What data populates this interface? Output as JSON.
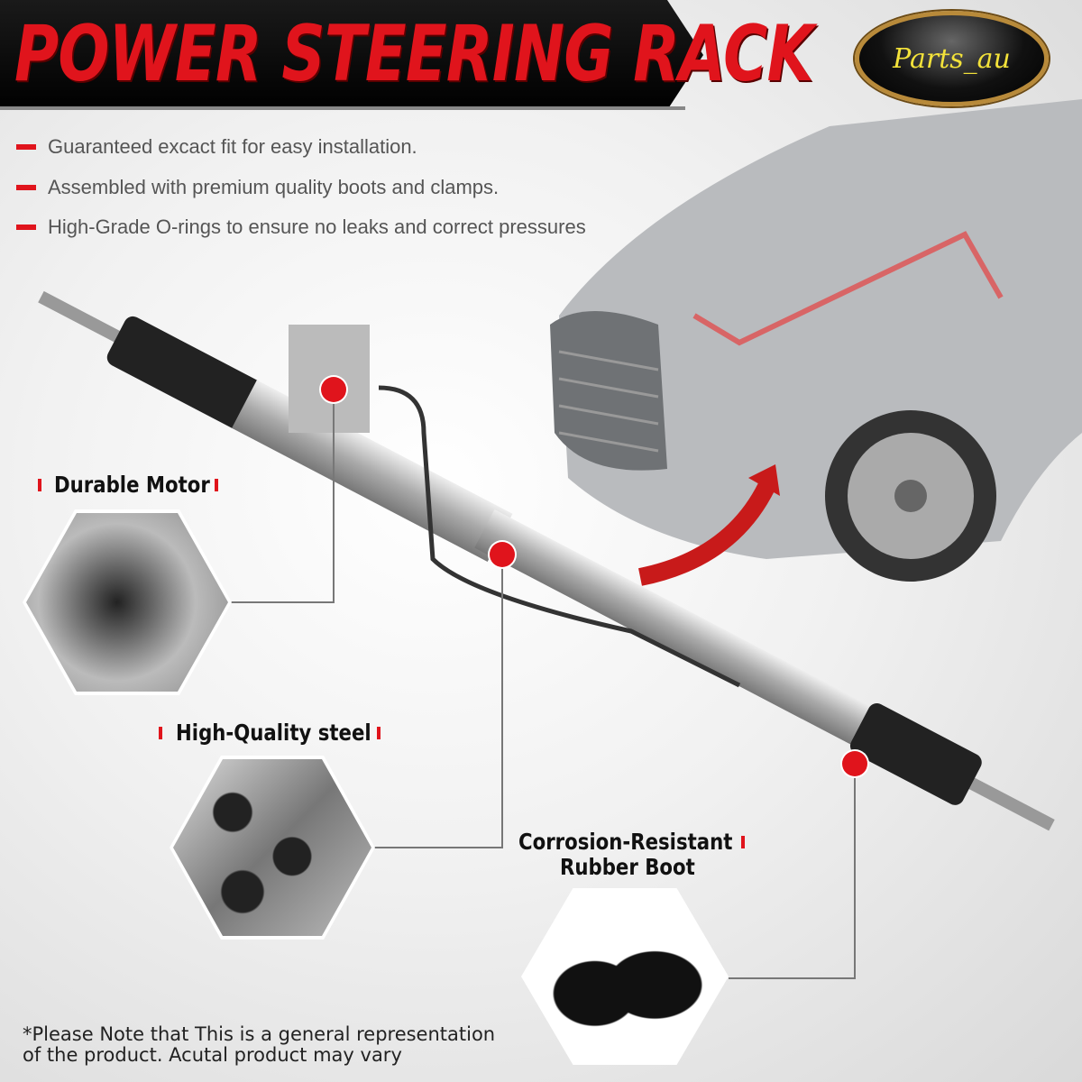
{
  "header": {
    "title": "POWER STEERING RACK",
    "brand_logo": "Parts_au"
  },
  "features": [
    "Guaranteed excact fit for easy installation.",
    "Assembled with premium quality boots and clamps.",
    "High-Grade O-rings to ensure no leaks and correct pressures"
  ],
  "callouts": [
    {
      "label": "Durable Motor"
    },
    {
      "label": "High-Quality steel"
    },
    {
      "label_line1": "Corrosion-Resistant",
      "label_line2": "Rubber Boot"
    }
  ],
  "note": {
    "line1": "*Please Note that This is a general representation",
    "line2": "of the product. Acutal product may vary"
  },
  "colors": {
    "accent": "#e0141c",
    "banner": "#000000",
    "logo_text": "#f3e23a"
  }
}
